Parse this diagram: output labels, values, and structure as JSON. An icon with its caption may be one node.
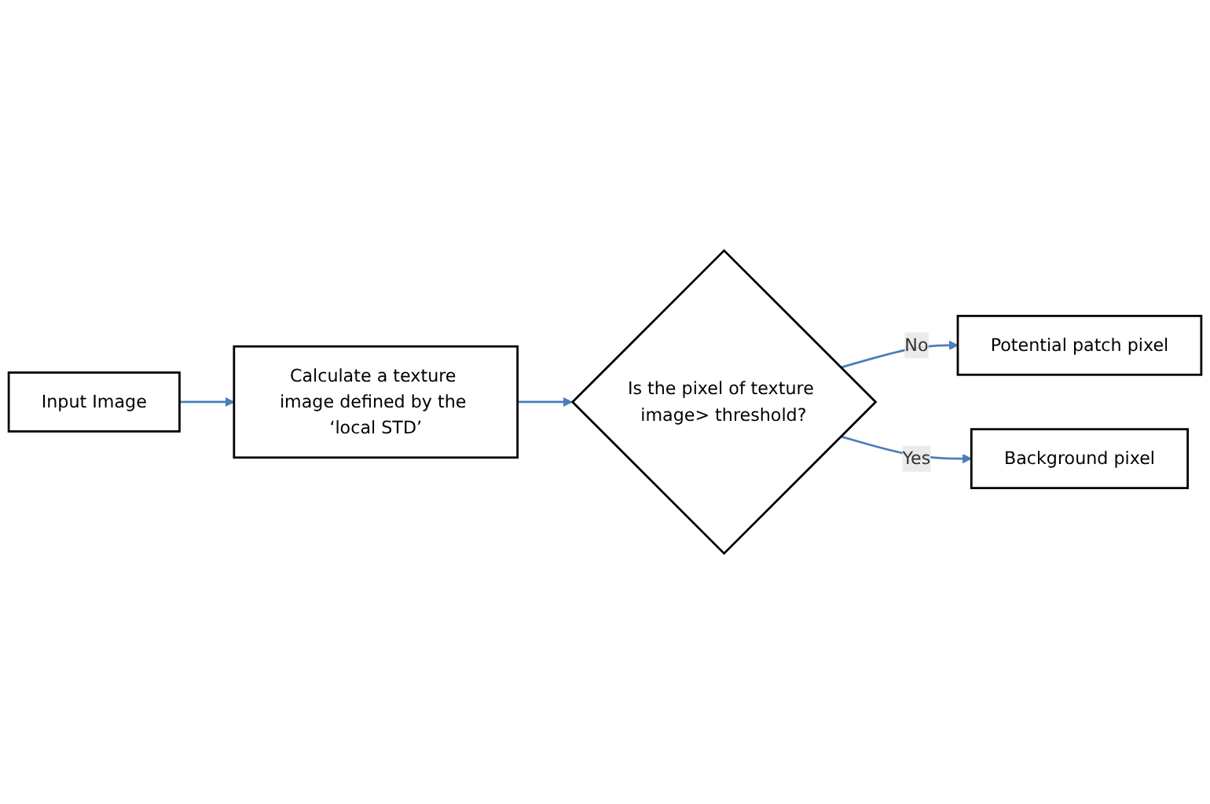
{
  "diagram": {
    "nodes": [
      {
        "text": [
          "Input Image"
        ]
      },
      {
        "text": [
          "Calculate a texture image defined by the ‘local STD’"
        ]
      },
      {
        "text": [
          "Is the pixel of texture image> threshold?"
        ]
      },
      {
        "text": [
          "Potential patch pixel"
        ]
      },
      {
        "text": [
          "Background pixel"
        ]
      }
    ],
    "edges": [
      {
        "from": 0,
        "to": 1,
        "arrow": "to"
      },
      {
        "from": 1,
        "to": 2,
        "arrow": "to"
      },
      {
        "from": 2,
        "to": 3,
        "label": "No",
        "arrow": "to"
      },
      {
        "from": 2,
        "to": 4,
        "label": "Yes",
        "arrow": "to"
      }
    ]
  }
}
